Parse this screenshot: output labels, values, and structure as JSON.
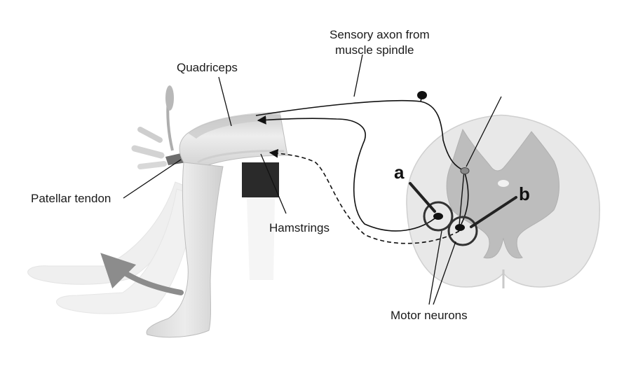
{
  "labels": {
    "sensory_axon_line1": "Sensory axon from",
    "sensory_axon_line2": "muscle spindle",
    "quadriceps": "Quadriceps",
    "patellar_tendon": "Patellar tendon",
    "hamstrings": "Hamstrings",
    "motor_neurons": "Motor neurons",
    "marker_a": "a",
    "marker_b": "b"
  },
  "colors": {
    "skin": "#e4e4e4",
    "skin_shadow": "#c9c9c9",
    "spinal_white_matter": "#e6e6e6",
    "spinal_gray_matter": "#bdbdbd",
    "nerve_line": "#111111",
    "stool": "#2a2a2a"
  }
}
